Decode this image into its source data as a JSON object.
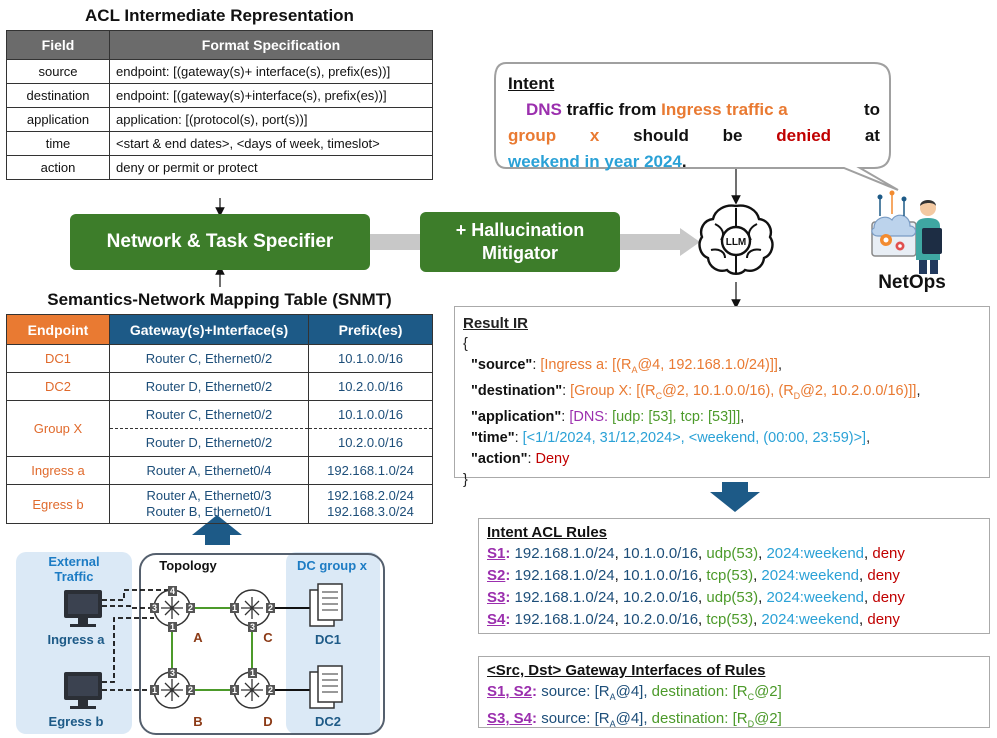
{
  "acl": {
    "title": "ACL Intermediate Representation",
    "headers": [
      "Field",
      "Format Specification"
    ],
    "rows": [
      {
        "field": "source",
        "spec": "endpoint: [(gateway(s)+ interface(s), prefix(es))]"
      },
      {
        "field": "destination",
        "spec": "endpoint: [(gateway(s)+interface(s), prefix(es))]"
      },
      {
        "field": "application",
        "spec": "application: [(protocol(s), port(s))]"
      },
      {
        "field": "time",
        "spec": "<start & end dates>, <days of week, timeslot>"
      },
      {
        "field": "action",
        "spec": "deny or permit or protect"
      }
    ]
  },
  "specifier": {
    "label": "Network & Task Specifier"
  },
  "mitigator": {
    "label_line1": "+ Hallucination",
    "label_line2": "Mitigator"
  },
  "llm": {
    "label": "LLM"
  },
  "netops": {
    "label": "NetOps"
  },
  "intent": {
    "title": "Intent",
    "w1": "DNS",
    "w2": "traffic from",
    "w3": "Ingress traffic a",
    "w4": "to",
    "w5": "group",
    "w6": "x",
    "w7": "should",
    "w8": "be",
    "w9": "denied",
    "w10": "at",
    "w11": "weekend in year 2024",
    "w12": "."
  },
  "snmt": {
    "title": "Semantics-Network Mapping Table (SNMT)",
    "headers": [
      "Endpoint",
      "Gateway(s)+Interface(s)",
      "Prefix(es)"
    ],
    "header_colors": [
      "#e97a32",
      "#1d5a87",
      "#1d5a87"
    ],
    "rows": [
      {
        "endpoint": "DC1",
        "gw": "Router C, Ethernet0/2",
        "prefix": "10.1.0.0/16"
      },
      {
        "endpoint": "DC2",
        "gw": "Router D, Ethernet0/2",
        "prefix": "10.2.0.0/16"
      },
      {
        "endpoint": "Group X",
        "gw": "Router C, Ethernet0/2",
        "prefix": "10.1.0.0/16",
        "gw2": "Router D, Ethernet0/2",
        "prefix2": "10.2.0.0/16"
      },
      {
        "endpoint": "Ingress a",
        "gw": "Router A, Ethernet0/4",
        "prefix": "192.168.1.0/24"
      },
      {
        "endpoint": "Egress b",
        "gw": "Router A, Ethernet0/3",
        "prefix": "192.168.2.0/24",
        "gw2": "Router B, Ethernet0/1",
        "prefix2": "192.168.3.0/24"
      }
    ]
  },
  "topology": {
    "external_l1": "External",
    "external_l2": "Traffic",
    "title": "Topology",
    "dc_group": "DC group x",
    "ingress": "Ingress a",
    "egress": "Egress b",
    "dc1": "DC1",
    "dc2": "DC2",
    "routers": [
      "A",
      "B",
      "C",
      "D"
    ]
  },
  "result": {
    "title": "Result IR",
    "open": "{",
    "close": "}",
    "src_key": "\"source\"",
    "src_a": "[Ingress a: [(R",
    "src_b": "A",
    "src_c": "@4, 192.168.1.0/24)]]",
    "dst_key": "\"destination\"",
    "dst_a": "[Group X: [(R",
    "dst_b": "C",
    "dst_c": "@2, 10.1.0.0/16), (R",
    "dst_d": "D",
    "dst_e": "@2, 10.2.0.0/16)]]",
    "app_key": "\"application\"",
    "app_a": "[DNS:",
    "app_b": "[udp: [53], tcp: [53]]]",
    "time_key": "\"time\"",
    "time_v": "[<1/1/2024, 31/12,2024>, <weekend, (00:00, 23:59)>]",
    "act_key": "\"action\"",
    "act_v": "Deny"
  },
  "rules": {
    "title": "Intent ACL Rules",
    "items": [
      {
        "id": "S1",
        "src": "192.168.1.0/24",
        "dst": "10.1.0.0/16",
        "proto": "udp(53)",
        "time": "2024:weekend",
        "act": "deny"
      },
      {
        "id": "S2",
        "src": "192.168.1.0/24",
        "dst": "10.1.0.0/16",
        "proto": "tcp(53)",
        "time": "2024:weekend",
        "act": "deny"
      },
      {
        "id": "S3",
        "src": "192.168.1.0/24",
        "dst": "10.2.0.0/16",
        "proto": "udp(53)",
        "time": "2024:weekend",
        "act": "deny"
      },
      {
        "id": "S4",
        "src": "192.168.1.0/24",
        "dst": "10.2.0.0/16",
        "proto": "tcp(53)",
        "time": "2024:weekend",
        "act": "deny"
      }
    ]
  },
  "gateways": {
    "title": "<Src, Dst> Gateway Interfaces of Rules",
    "items": [
      {
        "ids": "S1, S2",
        "src_lbl": "source:",
        "src_a": "[R",
        "src_b": "A",
        "src_c": "@4],",
        "dst_lbl": "destination:",
        "dst_a": "[R",
        "dst_b": "C",
        "dst_c": "@2]"
      },
      {
        "ids": "S3, S4",
        "src_lbl": "source:",
        "src_a": "[R",
        "src_b": "A",
        "src_c": "@4],",
        "dst_lbl": "destination:",
        "dst_a": "[R",
        "dst_b": "D",
        "dst_c": "@2]"
      }
    ]
  }
}
